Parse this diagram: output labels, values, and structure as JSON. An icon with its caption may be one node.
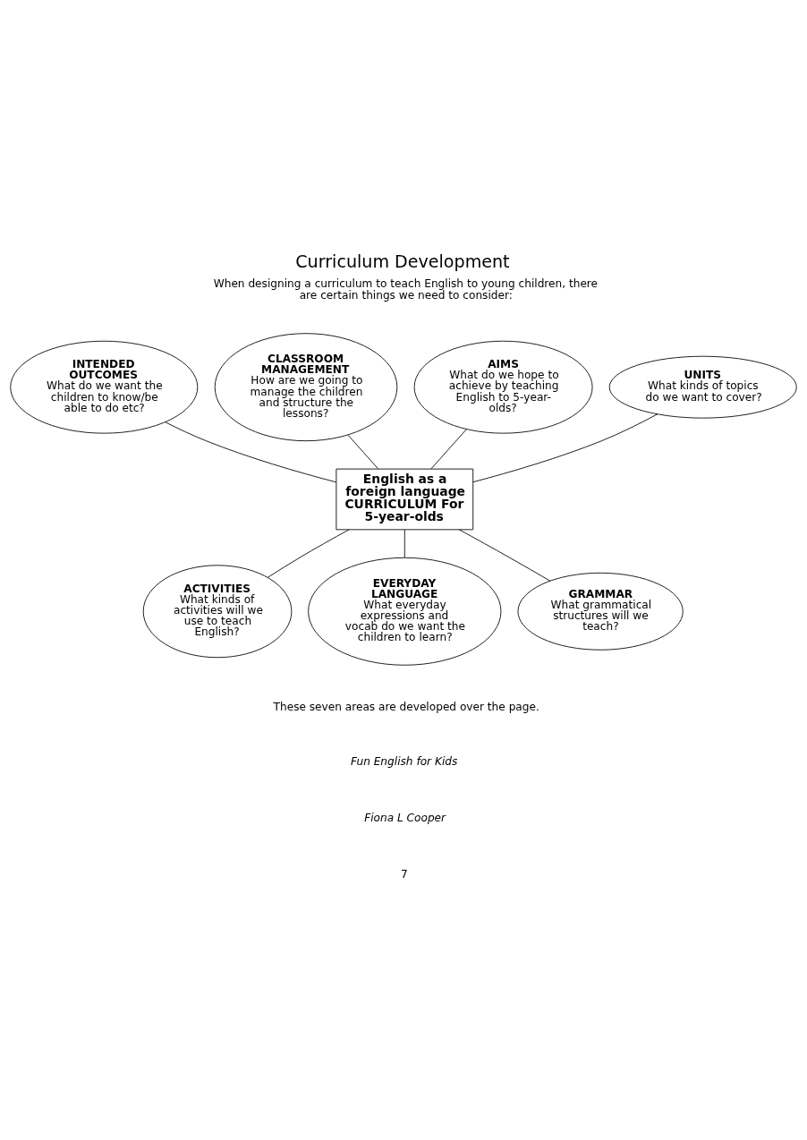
{
  "diagram": {
    "title": "Curriculum Development",
    "nodes": [
      {
        "text": [
          "INTENDED OUTCOMES",
          "What do we want the children to know/be able to do etc?"
        ]
      },
      {
        "text": [
          "CLASSROOM MANAGEMENT",
          "How are we going to manage the children and structure the lessons?"
        ]
      },
      {
        "text": [
          "AIMS",
          "What do we hope to achieve by teaching English to 5-year-olds?"
        ]
      },
      {
        "text": [
          "UNITS",
          "What kinds of topics do we want to cover?"
        ]
      },
      {
        "text": [
          "English as a foreign language CURRICULUM For 5-year-olds"
        ]
      },
      {
        "text": [
          "ACTIVITIES",
          "What kinds of activities will we use to teach English?"
        ]
      },
      {
        "text": [
          "EVERYDAY LANGUAGE",
          "What everyday expressions and vocab do we want the children to learn?"
        ]
      },
      {
        "text": [
          "GRAMMAR",
          "What grammatical structures will we teach?"
        ]
      }
    ],
    "edges": [
      {
        "from": 2,
        "to": 4,
        "arrow": "none"
      },
      {
        "from": 0,
        "to": 4,
        "arrow": "none"
      },
      {
        "from": 1,
        "to": 4,
        "arrow": "none"
      },
      {
        "from": 3,
        "to": 4,
        "arrow": "none"
      },
      {
        "from": 4,
        "to": 5,
        "arrow": "none"
      },
      {
        "from": 4,
        "to": 6,
        "arrow": "none"
      },
      {
        "from": 4,
        "to": 7,
        "arrow": "none"
      }
    ],
    "labels": [
      "When designing a curriculum to teach English to young children, there are certain things we need to consider:",
      "These seven areas are developed over the page.",
      "Fun English for Kids",
      "Fiona L Cooper",
      "7"
    ]
  }
}
